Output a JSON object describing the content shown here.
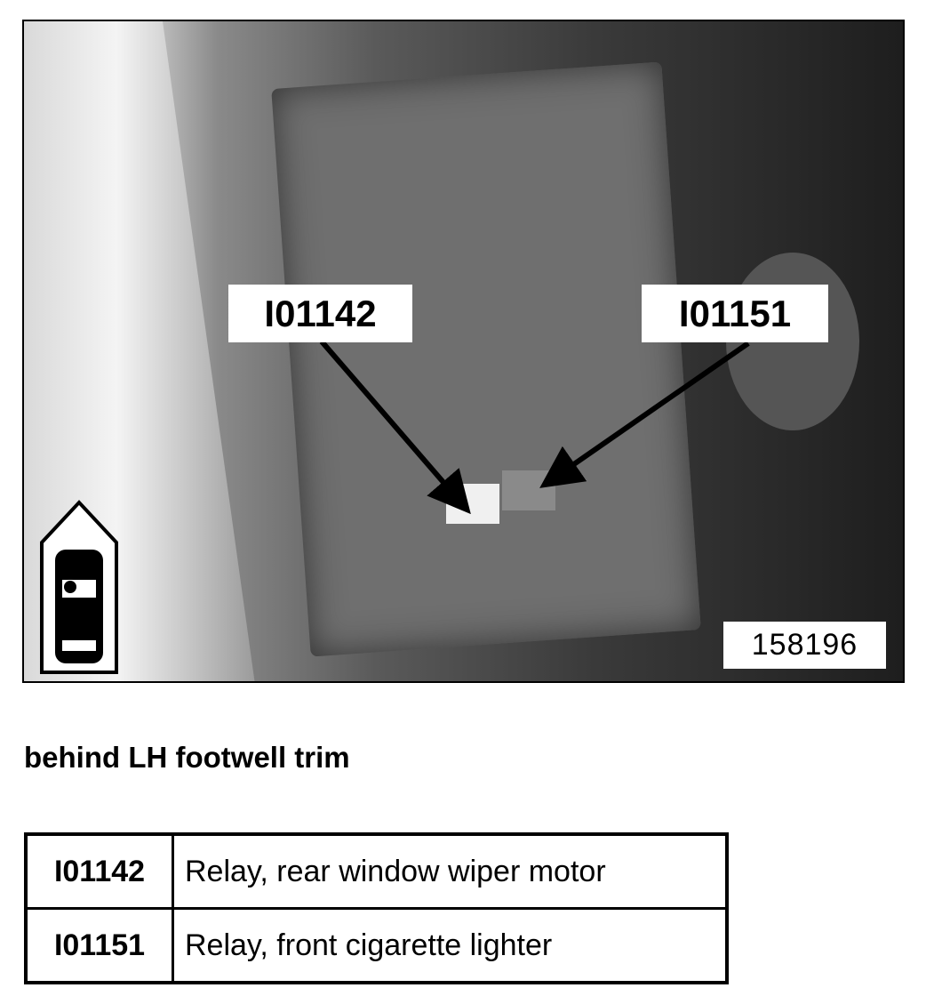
{
  "figure": {
    "callouts": [
      "I01142",
      "I01151"
    ],
    "figure_number": "158196",
    "view_icon": "car-top-view-icon"
  },
  "caption": "behind LH footwell trim",
  "table": {
    "rows": [
      {
        "code": "I01142",
        "description": "Relay, rear window wiper motor"
      },
      {
        "code": "I01151",
        "description": "Relay, front cigarette lighter"
      }
    ]
  }
}
